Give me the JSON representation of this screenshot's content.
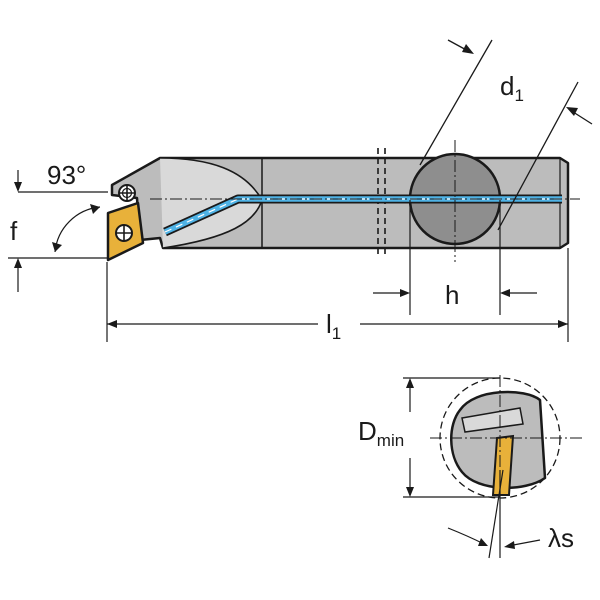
{
  "labels": {
    "angle": "93°",
    "f": "f",
    "d_main": "d",
    "d_sub": "1",
    "h": "h",
    "l_main": "l",
    "l_sub": "1",
    "dmin_main": "D",
    "dmin_sub": "min",
    "lambda_s": "λs"
  },
  "colors": {
    "outline": "#1a1a1a",
    "body_fill": "#bcbcbc",
    "section_fill": "#8e8e8e",
    "coolant": "#4fb3e6",
    "insert": "#e8b13a",
    "background": "#ffffff"
  }
}
